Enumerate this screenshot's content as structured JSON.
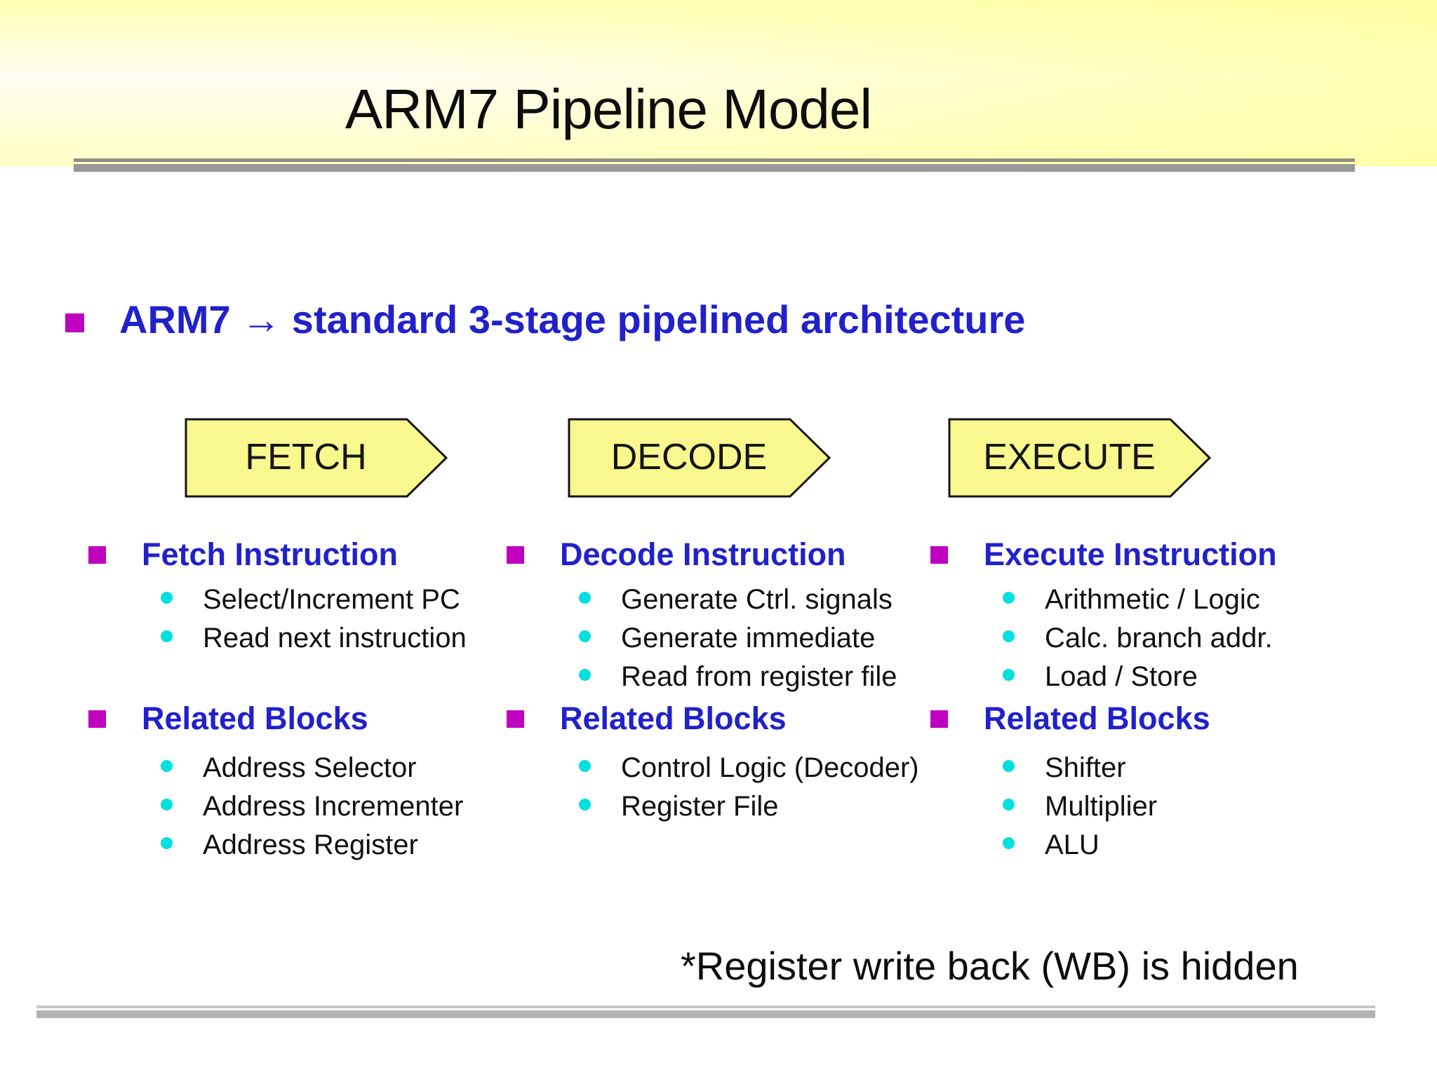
{
  "slide": {
    "title": "ARM7 Pipeline Model",
    "main_bullet": "ARM7 → standard 3-stage pipelined architecture",
    "footnote": "*Register write back (WB) is hidden"
  },
  "pipeline": {
    "stages": [
      {
        "label": "FETCH"
      },
      {
        "label": "DECODE"
      },
      {
        "label": "EXECUTE"
      }
    ]
  },
  "columns": [
    {
      "heading1": "Fetch Instruction",
      "items1": [
        "Select/Increment PC",
        "Read next instruction"
      ],
      "heading2": "Related Blocks",
      "items2": [
        "Address Selector",
        "Address Incrementer",
        "Address Register"
      ]
    },
    {
      "heading1": "Decode Instruction",
      "items1": [
        "Generate Ctrl. signals",
        "Generate immediate",
        "Read from register file"
      ],
      "heading2": "Related Blocks",
      "items2": [
        "Control Logic (Decoder)",
        "Register File"
      ]
    },
    {
      "heading1": "Execute Instruction",
      "items1": [
        "Arithmetic / Logic",
        "Calc. branch addr.",
        "Load / Store"
      ],
      "heading2": "Related Blocks",
      "items2": [
        "Shifter",
        "Multiplier",
        "ALU"
      ]
    }
  ],
  "colors": {
    "heading_blue": "#2121cb",
    "bullet_magenta": "#bf00bf",
    "bullet_cyan": "#00e0e0",
    "stage_fill": "#f8f88e",
    "stage_border": "#151515",
    "band_yellow": "#ffffc4",
    "rule_gray": "#989898"
  }
}
